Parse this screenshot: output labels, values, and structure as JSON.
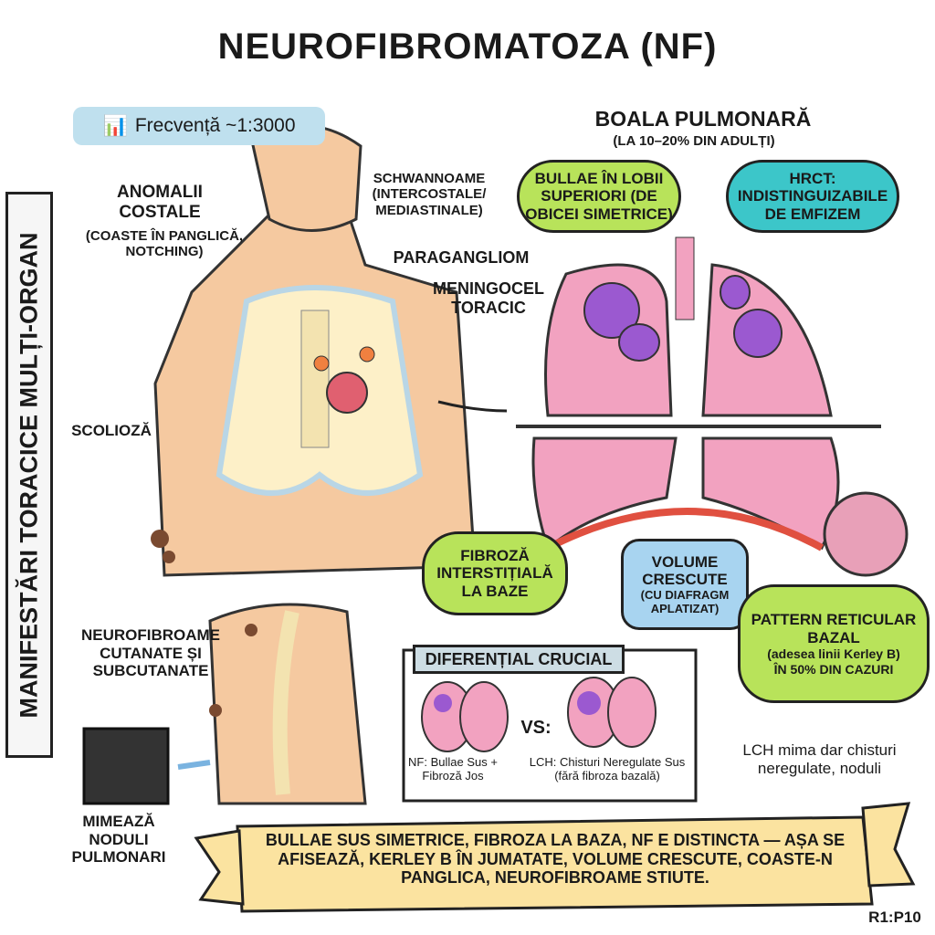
{
  "title": "NEUROFIBROMATOZA (NF)",
  "frequency": {
    "icon": "bar-chart-icon",
    "label": "Frecvență ~1:3000"
  },
  "side_title": "MANIFESTĂRI TORACICE MULȚI-ORGAN",
  "chest_labels": {
    "anomalii": "ANOMALII COSTALE",
    "anomalii_sub": "(COASTE ÎN PANGLICĂ, NOTCHING)",
    "schwannoame": "SCHWANNOAME (INTERCOSTALE/ MEDIASTINALE)",
    "paragangliom": "PARAGANGLIOM",
    "meningocel": "MENINGOCEL TORACIC",
    "scolioza": "SCOLIOZĂ",
    "neurofibroame": "NEUROFIBROAME CUTANATE ȘI SUBCUTANATE",
    "mimeaza": "MIMEAZĂ NODULI PULMONARI"
  },
  "lung": {
    "title": "BOALA PULMONARĂ",
    "subtitle": "(LA 10–20% DIN ADULȚI)",
    "bullae": "BULLAE ÎN LOBII SUPERIORI (DE OBICEI SIMETRICE)",
    "hrct": "HRCT: INDISTINGUIZABILE DE EMFIZEM",
    "fibroza": "FIBROZĂ INTERSTIȚIALĂ LA BAZE",
    "volume": "VOLUME CRESCUTE",
    "volume_sub": "(CU DIAFRAGM APLATIZAT)",
    "pattern": "PATTERN RETICULAR BAZAL",
    "pattern_sub": "(adesea linii Kerley B)",
    "pattern_sub2": "ÎN 50% DIN CAZURI"
  },
  "differential": {
    "title": "DIFERENȚIAL CRUCIAL",
    "nf": "NF: Bullae Sus + Fibroză Jos",
    "vs": "VS:",
    "lch": "LCH: Chisturi Neregulate Sus (fără fibroza bazală)",
    "note": "LCH mima dar chisturi neregulate, noduli"
  },
  "banner": "BULLAE SUS SIMETRICE, FIBROZA LA BAZA, NF E DISTINCTA — AȘA SE AFISEAZĂ, KERLEY B ÎN JUMATATE, VOLUME CRESCUTE, COASTE-N PANGLICA, NEUROFIBROAME STIUTE.",
  "page_code": "R1:P10",
  "colors": {
    "skin": "#f5c9a0",
    "lung": "#f2a2c0",
    "bulla": "#9b59d0",
    "green": "#b8e35a",
    "teal": "#3cc6c9",
    "blue": "#a8d4f0",
    "banner": "#fbe3a0"
  }
}
